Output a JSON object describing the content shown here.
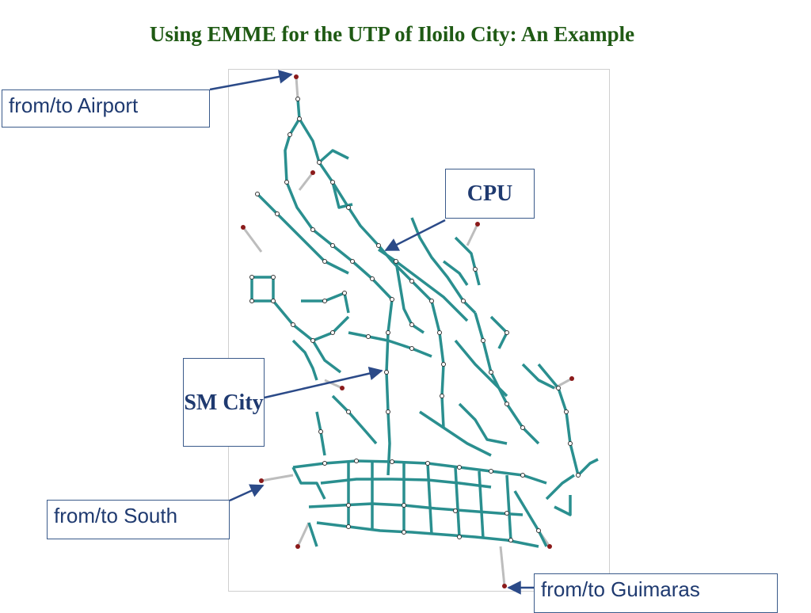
{
  "slide": {
    "title": "Using EMME for the UTP of Iloilo City: An Example"
  },
  "callouts": {
    "airport": "from/to Airport",
    "cpu": "CPU",
    "sm_city": "SM City",
    "south": "from/to South",
    "guimaras": "from/to Guimaras"
  },
  "colors": {
    "title": "#1f5a14",
    "road": "#2a8f8f",
    "connector": "#bdbdbd",
    "arrow": "#2b4a88",
    "callout_text": "#1f3a70",
    "centroid": "#8b1a1a"
  }
}
